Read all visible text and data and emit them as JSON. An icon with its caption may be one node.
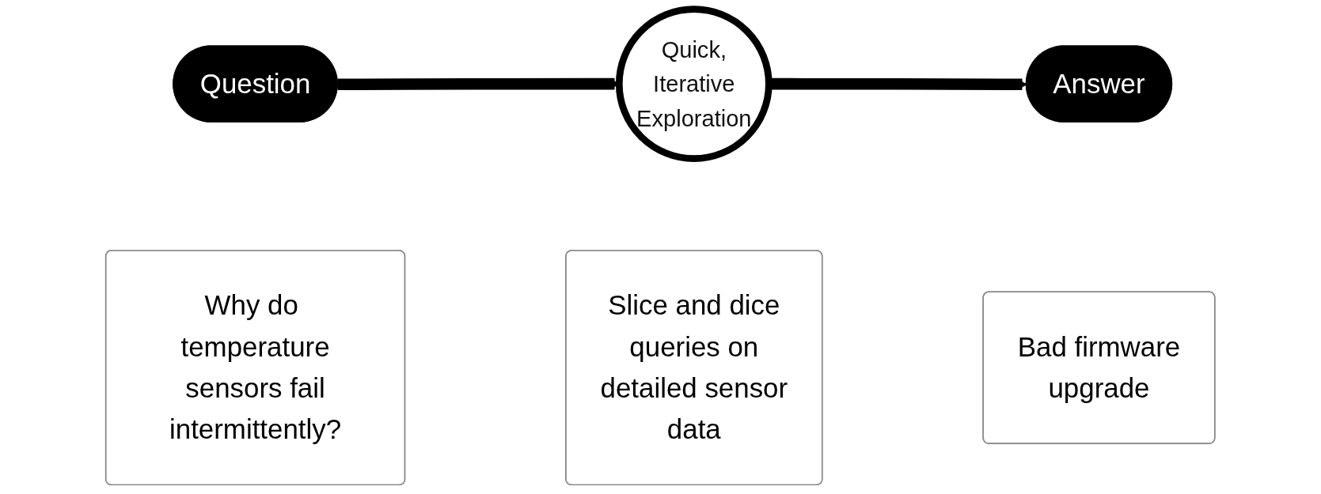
{
  "diagram": {
    "nodes": [
      {
        "text": [
          "Question"
        ]
      },
      {
        "text": [
          "Quick, Iterative Exploration"
        ]
      },
      {
        "text": [
          "Answer"
        ]
      },
      {
        "text": [
          "Why do temperature sensors fail intermittently?"
        ]
      },
      {
        "text": [
          "Slice and dice queries on detailed sensor data"
        ]
      },
      {
        "text": [
          "Bad firmware upgrade"
        ]
      }
    ],
    "edges": [
      {
        "from": 0,
        "to": 1,
        "arrow": "to"
      },
      {
        "from": 1,
        "to": 2,
        "arrow": "to"
      }
    ]
  }
}
